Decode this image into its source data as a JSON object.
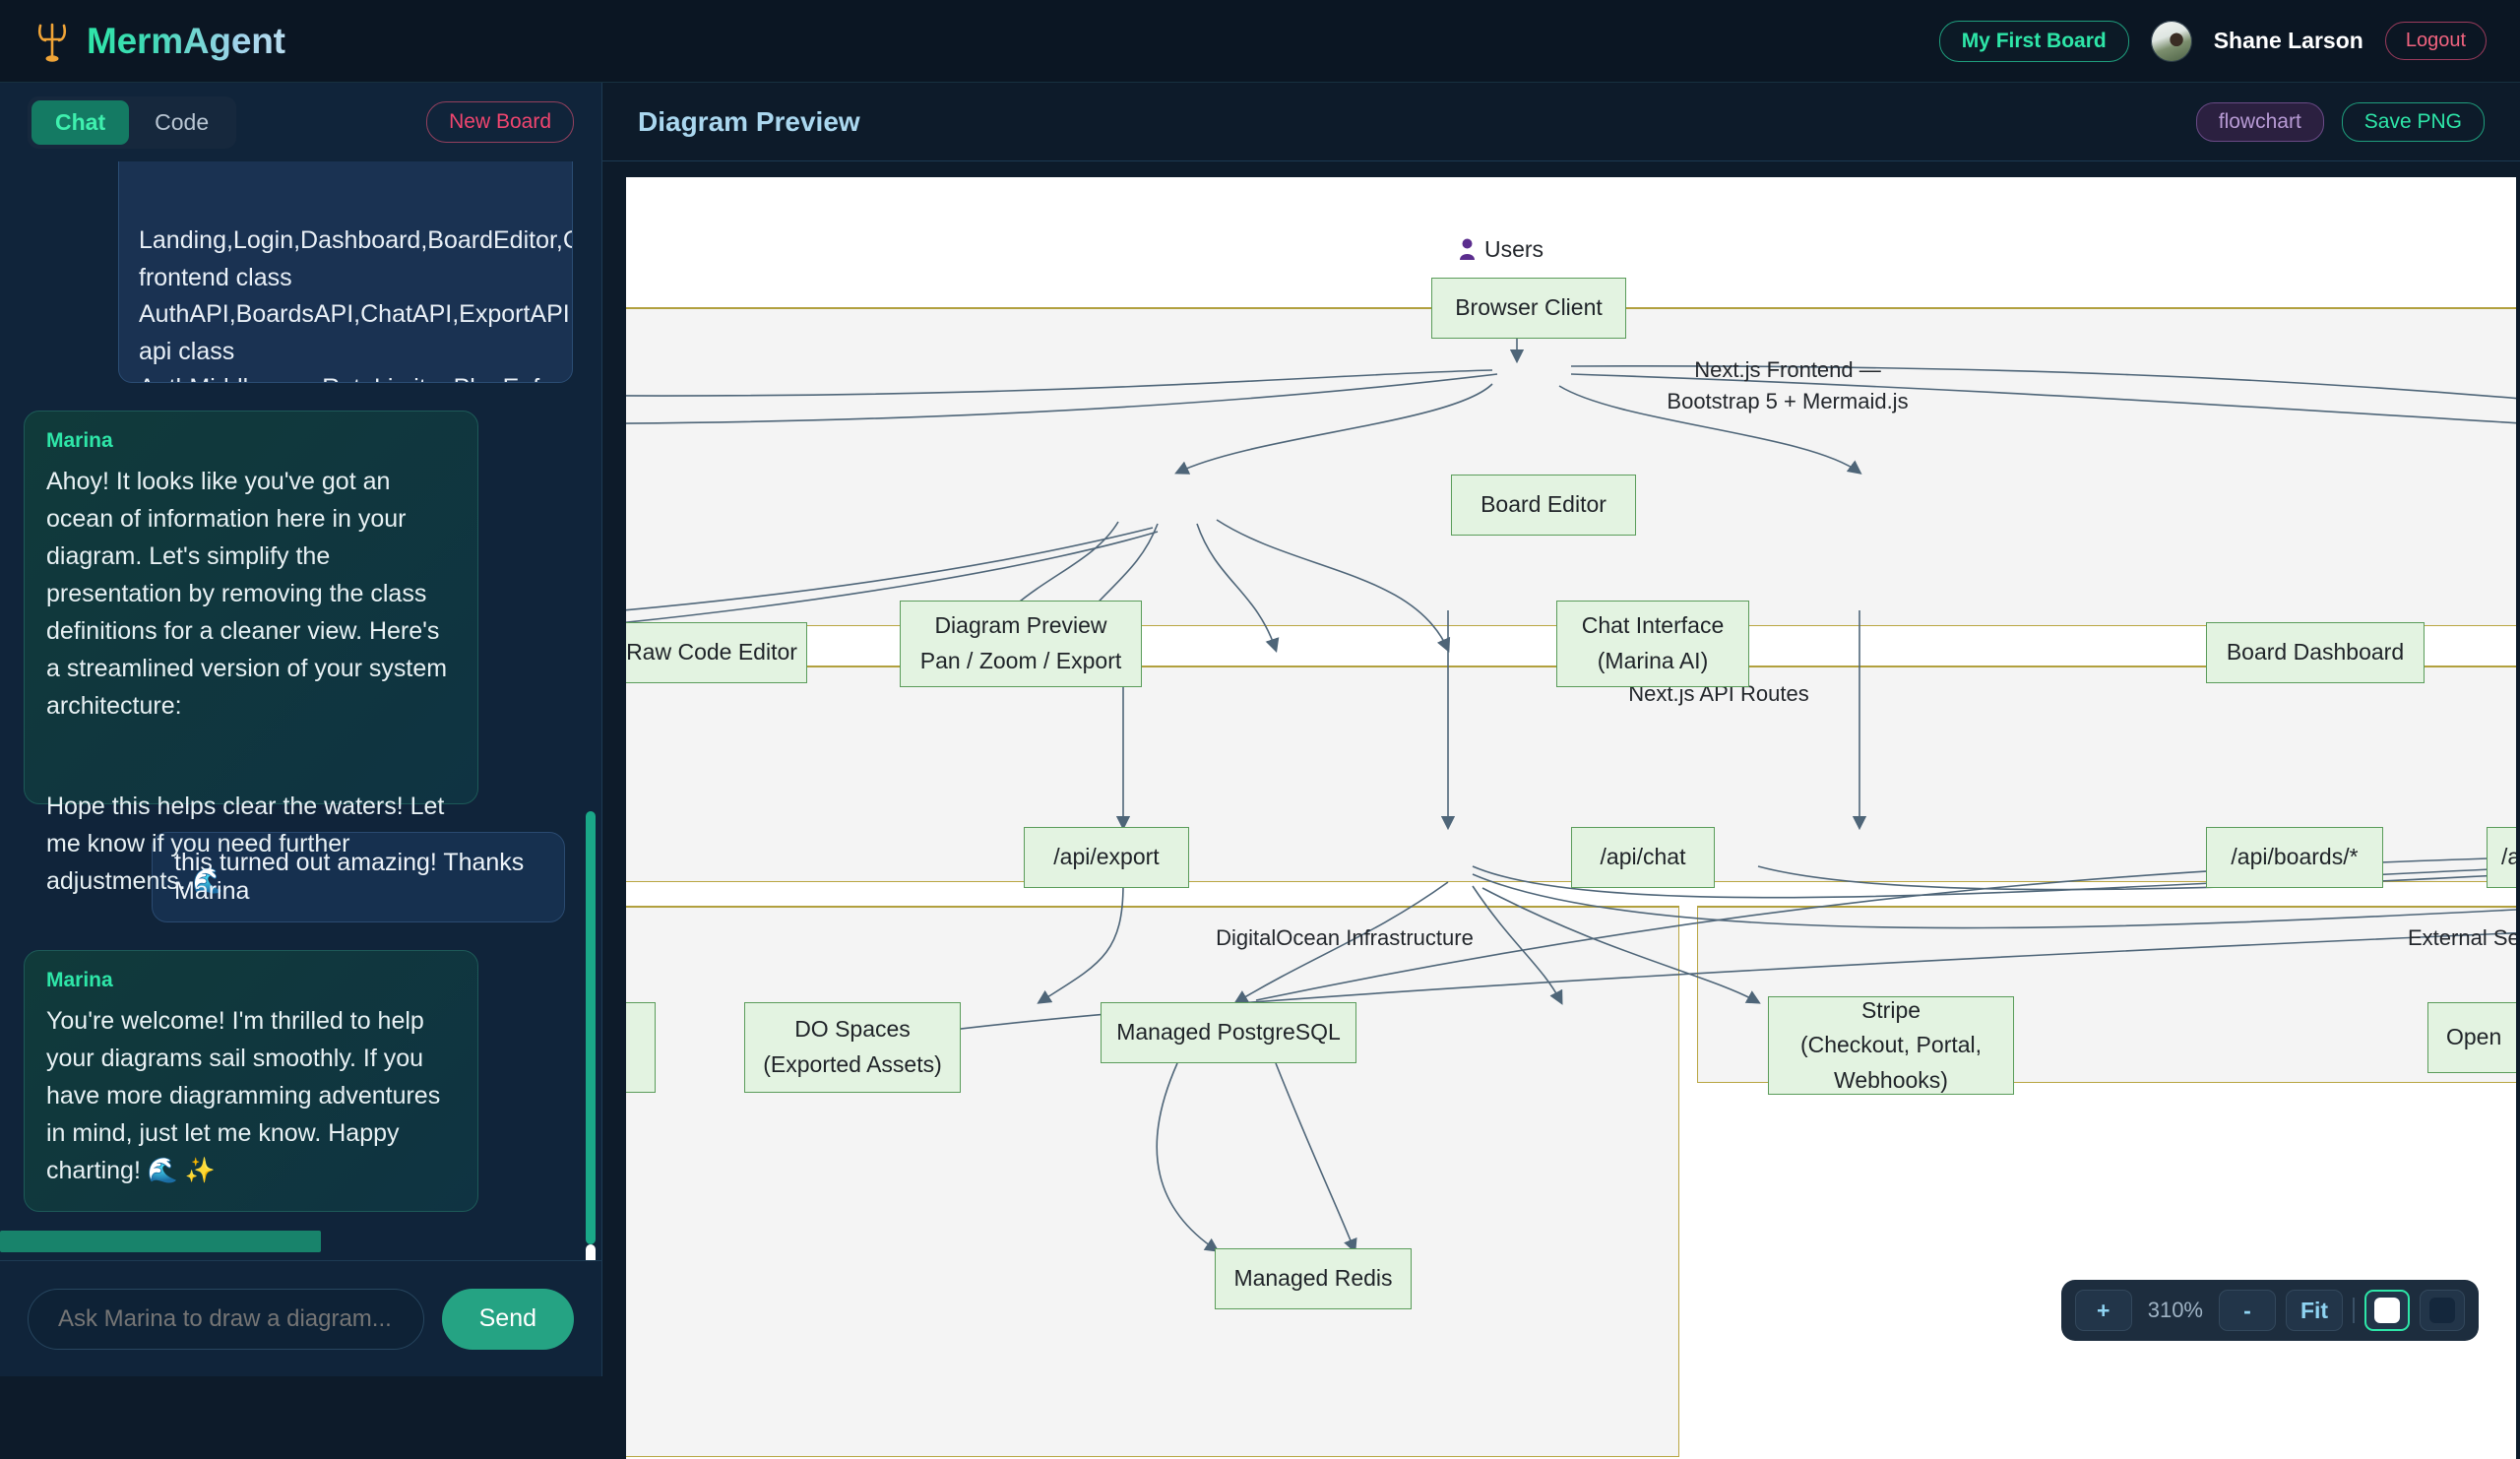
{
  "app": {
    "brand": "MermAgent",
    "logo_icon": "trident-icon"
  },
  "header": {
    "board_badge": "My First Board",
    "username": "Shane Larson",
    "logout_label": "Logout",
    "accent_teal": "#2ee6a8",
    "accent_pink": "#f1637f"
  },
  "sidebar": {
    "tabs": [
      {
        "label": "Chat",
        "active": true
      },
      {
        "label": "Code",
        "active": false
      }
    ],
    "new_board_label": "New Board",
    "messages": [
      {
        "role": "user",
        "name": "",
        "text": "Landing,Login,Dashboard,BoardEditor,Chat,Diagr\nfrontend class\nAuthAPI,BoardsAPI,ChatAPI,ExportAPI,StripeAPI,\napi class\nAuthMiddleware,RateLimiter,PlanEnforcement,Inp\nmiddleware class OpenAI,Stripe,GA4,Sentry\nexternal class\nAppPlatform,Postgres,Redis,Spaces,DNS\ninfra class\nUsersTable,BoardsTable,MessagesTable,VersionsT\ndb class\nSessions,RateLimitCounters,PubSub redis"
      },
      {
        "role": "assistant",
        "name": "Marina",
        "text": "Ahoy! It looks like you've got an ocean of information here in your diagram. Let's simplify the presentation by removing the class definitions for a cleaner view. Here's a streamlined version of your system architecture:",
        "text2": "Hope this helps clear the waters! Let me know if you need further adjustments. 🌊"
      },
      {
        "role": "user",
        "name": "",
        "text": "this turned out amazing! Thanks Marina"
      },
      {
        "role": "assistant",
        "name": "Marina",
        "text": "You're welcome! I'm thrilled to help your diagrams sail smoothly. If you have more diagramming adventures in mind, just let me know. Happy charting! 🌊 ✨"
      }
    ],
    "composer": {
      "placeholder": "Ask Marina to draw a diagram...",
      "value": "",
      "send_label": "Send"
    }
  },
  "preview": {
    "title": "Diagram Preview",
    "type_badge": "flowchart",
    "save_label": "Save PNG",
    "zoom": {
      "in_label": "+",
      "level": "310%",
      "out_label": "-",
      "fit_label": "Fit",
      "theme_light_active": true
    }
  },
  "chart_data": {
    "type": "diagram",
    "diagram_kind": "flowchart",
    "actors": [
      {
        "id": "users",
        "label": "Users",
        "icon": "person-icon"
      }
    ],
    "subgraphs": [
      {
        "id": "frontend",
        "label": "Next.js Frontend —\nBootstrap 5 + Mermaid.js"
      },
      {
        "id": "api",
        "label": "Next.js API Routes"
      },
      {
        "id": "infra",
        "label": "DigitalOcean Infrastructure"
      },
      {
        "id": "external",
        "label": "External Se"
      }
    ],
    "nodes": [
      {
        "id": "browser",
        "label": "Browser Client",
        "group": ""
      },
      {
        "id": "editor",
        "label": "Board Editor",
        "group": "frontend"
      },
      {
        "id": "rawcode",
        "label": "Raw Code Editor",
        "group": "frontend"
      },
      {
        "id": "dpreview",
        "label": "Diagram Preview\nPan / Zoom / Export",
        "group": "frontend"
      },
      {
        "id": "chatui",
        "label": "Chat Interface\n(Marina AI)",
        "group": "frontend"
      },
      {
        "id": "dash",
        "label": "Board Dashboard",
        "group": "frontend"
      },
      {
        "id": "apiexport",
        "label": "/api/export",
        "group": "api"
      },
      {
        "id": "apichat",
        "label": "/api/chat",
        "group": "api"
      },
      {
        "id": "apiboards",
        "label": "/api/boards/*",
        "group": "api"
      },
      {
        "id": "apiclip",
        "label": "/ap",
        "group": "api"
      },
      {
        "id": "spaces",
        "label": "DO Spaces\n(Exported Assets)",
        "group": "infra"
      },
      {
        "id": "pg",
        "label": "Managed PostgreSQL",
        "group": "infra"
      },
      {
        "id": "redis",
        "label": "Managed Redis",
        "group": "infra"
      },
      {
        "id": "stripe",
        "label": "Stripe\n(Checkout, Portal,\nWebhooks)",
        "group": "external"
      },
      {
        "id": "openai",
        "label": "Open",
        "group": "external"
      }
    ]
  }
}
